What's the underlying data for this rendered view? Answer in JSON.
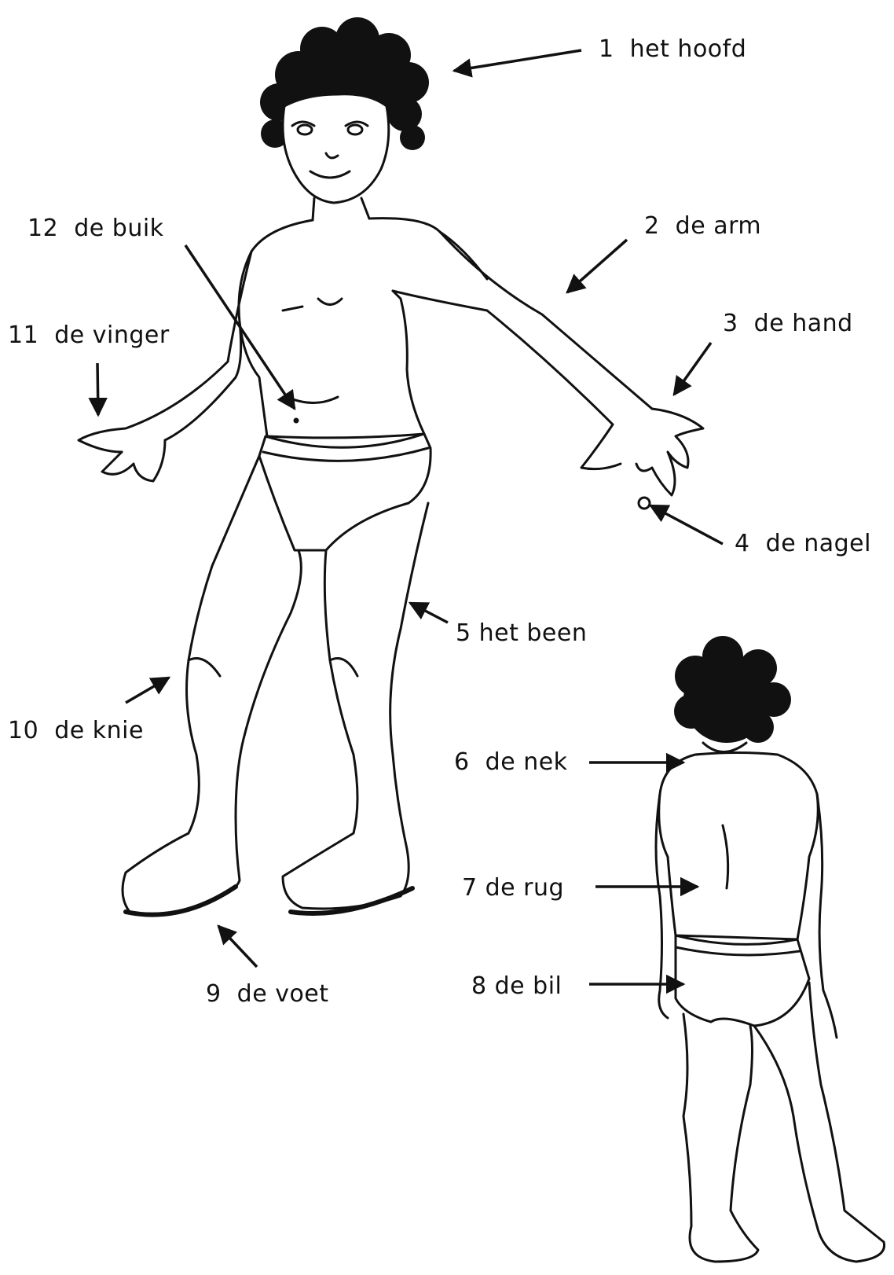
{
  "diagram": {
    "colors": {
      "ink": "#111111",
      "background": "#ffffff"
    },
    "labels": [
      {
        "id": "hoofd",
        "text": "1  het hoofd"
      },
      {
        "id": "arm",
        "text": "2  de arm"
      },
      {
        "id": "hand",
        "text": "3  de hand"
      },
      {
        "id": "nagel",
        "text": "4  de nagel"
      },
      {
        "id": "been",
        "text": "5 het been"
      },
      {
        "id": "nek",
        "text": "6  de nek"
      },
      {
        "id": "rug",
        "text": "7 de rug"
      },
      {
        "id": "bil",
        "text": "8 de bil"
      },
      {
        "id": "voet",
        "text": "9  de voet"
      },
      {
        "id": "knie",
        "text": "10  de knie"
      },
      {
        "id": "vinger",
        "text": "11  de vinger"
      },
      {
        "id": "buik",
        "text": "12  de buik"
      }
    ]
  }
}
